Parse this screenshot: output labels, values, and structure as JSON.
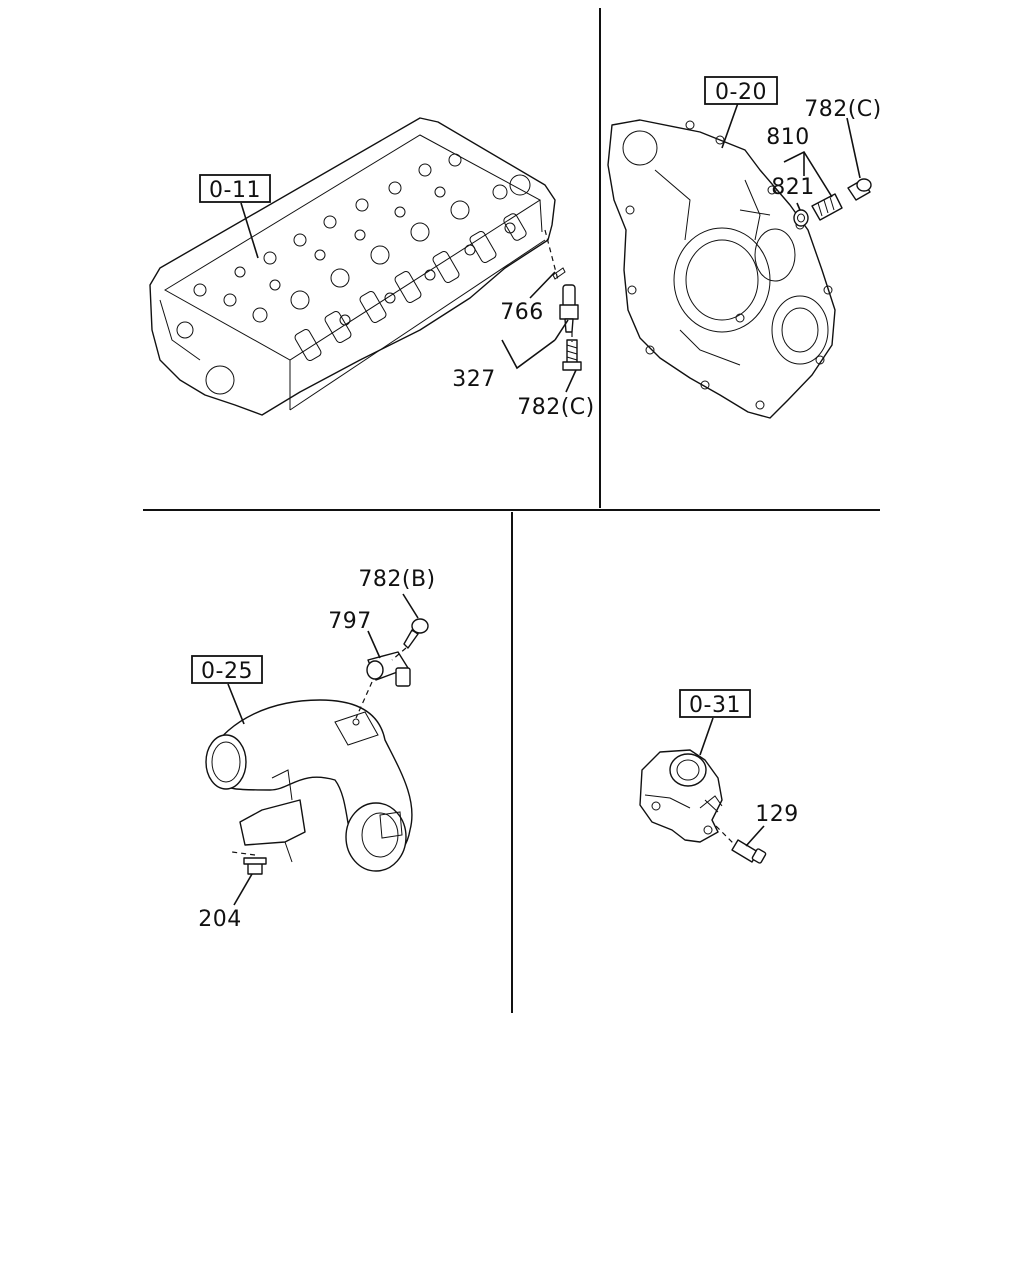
{
  "groups": [
    {
      "ref": "0-11",
      "parts": [
        "766",
        "327",
        "782(C)"
      ]
    },
    {
      "ref": "0-20",
      "parts": [
        "782(C)",
        "810",
        "821"
      ]
    },
    {
      "ref": "0-25",
      "parts": [
        "782(B)",
        "797",
        "204"
      ]
    },
    {
      "ref": "0-31",
      "parts": [
        "129"
      ]
    }
  ]
}
